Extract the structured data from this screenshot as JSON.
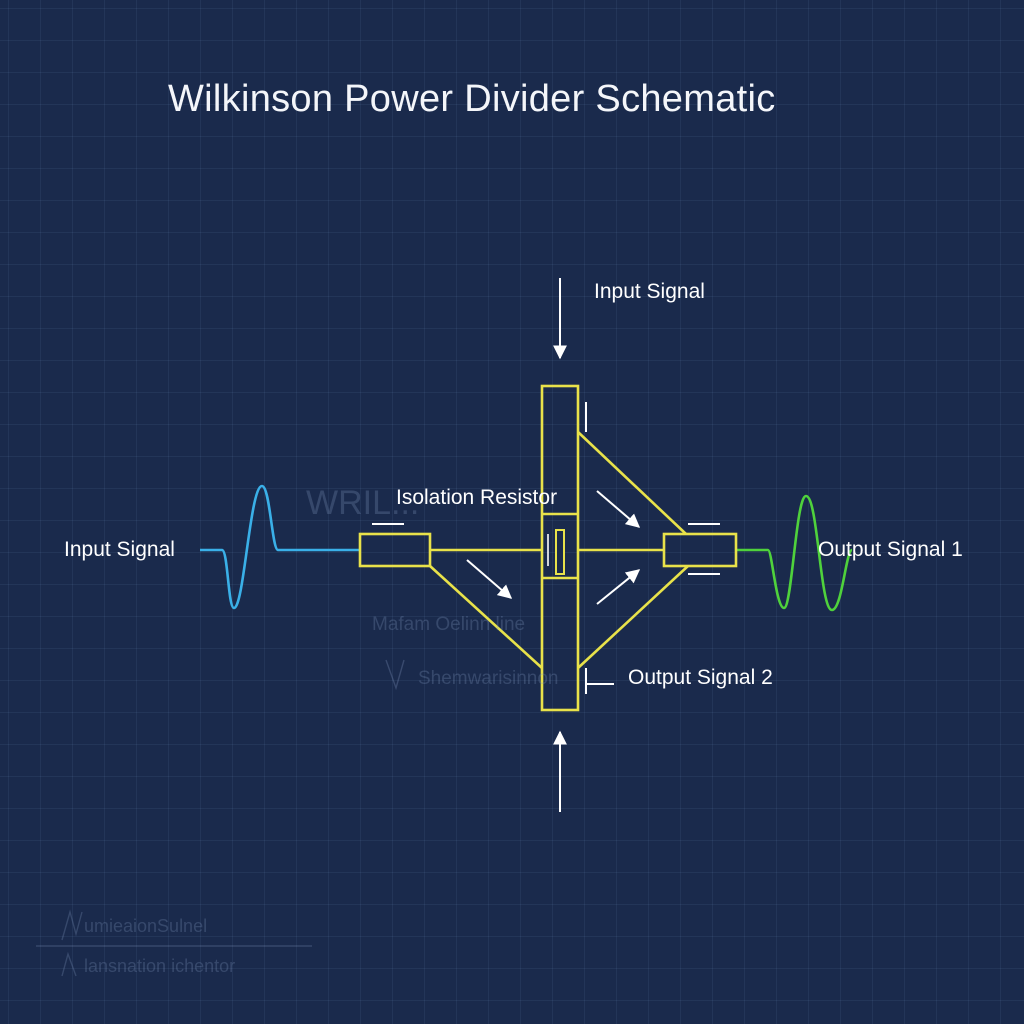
{
  "title": "Wilkinson Power Divider Schematic",
  "labels": {
    "input_top": "Input Signal",
    "input_left": "Input Signal",
    "isolation_resistor": "Isolation Resistor",
    "output_1": "Output Signal 1",
    "output_2": "Output Signal 2"
  },
  "watermark": {
    "behind_resistor": "WRIL...",
    "line_1": "Mafam Oelinn line",
    "line_2": "Shemwarisinnon",
    "corner_1": "umieaionSulnel",
    "corner_2": "lansnation ichentor"
  },
  "colors": {
    "background": "#1a2a4c",
    "grid": "#2c3d63",
    "trace": "#e8e24a",
    "input_wave": "#3ab0e8",
    "output_wave": "#4fd23c",
    "arrow": "#ffffff",
    "text": "#ffffff"
  }
}
